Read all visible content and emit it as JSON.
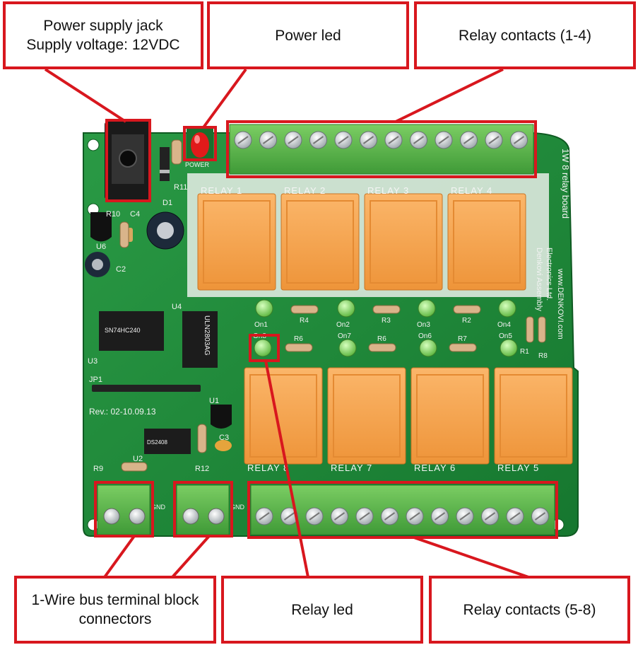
{
  "callouts": {
    "power_jack": [
      "Power supply jack",
      "Supply voltage: 12VDC"
    ],
    "power_led": "Power led",
    "relay_contacts_top": "Relay contacts (1-4)",
    "onewire": [
      "1-Wire bus terminal block",
      "connectors"
    ],
    "relay_led": "Relay led",
    "relay_contacts_bottom": "Relay contacts (5-8)"
  },
  "board": {
    "relays_top": [
      "RELAY 1",
      "RELAY 2",
      "RELAY 3",
      "RELAY 4"
    ],
    "relays_bottom": [
      "RELAY 8",
      "RELAY 7",
      "RELAY 6",
      "RELAY 5"
    ],
    "led_labels_top": [
      "On1",
      "On2",
      "On3",
      "On4"
    ],
    "led_labels_bottom": [
      "On8",
      "On7",
      "On6",
      "On5"
    ],
    "resistors_top": [
      "R4",
      "R3",
      "R2"
    ],
    "resistors_bottom": [
      "R6",
      "R6",
      "R7"
    ],
    "side_text": "1W 8 relay board",
    "side_vendor": [
      "Denkovi Assembly",
      "Electronics Ltd."
    ],
    "side_url": "www.DENKOVI.com",
    "revision": "Rev.: 02-10.09.13",
    "chips": {
      "u3_text": "SN74HC240",
      "u4_text": "ULN2803AG",
      "u2_text": "DS2408"
    },
    "parts": {
      "u3": "U3",
      "u4": "U4",
      "u2": "U2",
      "u1": "U1",
      "u6": "U6",
      "jp1": "JP1",
      "c2": "C2",
      "c3": "C3",
      "c4": "C4",
      "d1": "D1",
      "r1": "R1",
      "r8": "R8",
      "r9": "R9",
      "r10": "R10",
      "r11": "R11",
      "r12": "R12",
      "gnd": "GND",
      "power": "POWER"
    }
  },
  "colors": {
    "highlight": "#d8171e",
    "pcb": "#1f8a3a",
    "relay": "#f5a04a",
    "terminal": "#5db14a",
    "led_green": "#8fd96a",
    "led_red": "#e21a1a"
  }
}
